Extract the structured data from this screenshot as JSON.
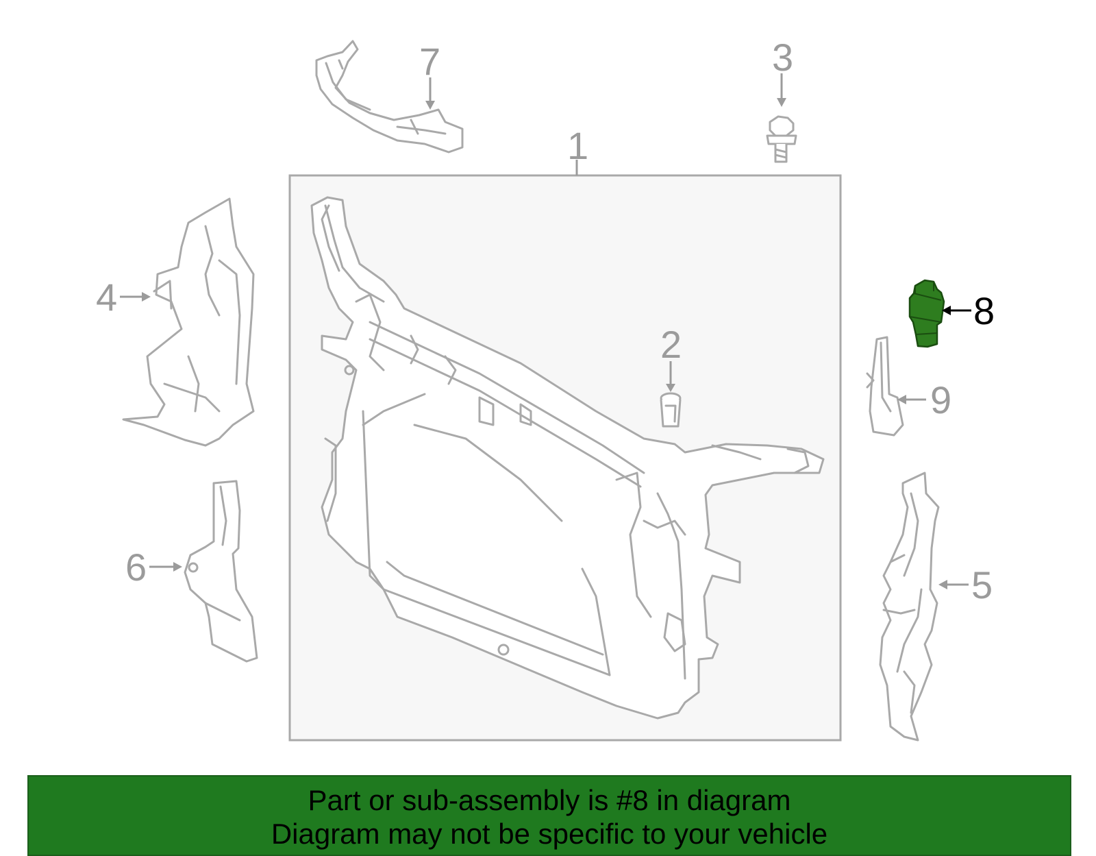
{
  "callouts": {
    "c1": "1",
    "c2": "2",
    "c3": "3",
    "c4": "4",
    "c5": "5",
    "c6": "6",
    "c7": "7",
    "c8": "8",
    "c9": "9"
  },
  "highlighted_part": "8",
  "colors": {
    "highlight_part": "#2e7d1f",
    "banner_background": "#1f7a1f",
    "part_outline": "#a9a9a9",
    "panel_background": "#f7f7f7"
  },
  "banner": {
    "line1": "Part or sub-assembly is #8 in diagram",
    "line2": "Diagram may not be specific to your vehicle"
  }
}
